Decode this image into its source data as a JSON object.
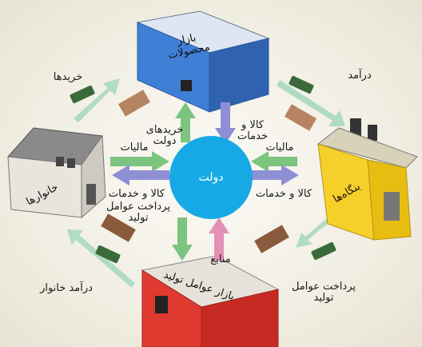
{
  "center": {
    "label": "دولت",
    "color": "#17a9e6"
  },
  "buildings": {
    "products_market": {
      "line1": "بازار",
      "line2": "محصولات",
      "color": "#3f7fd6"
    },
    "factors_market": {
      "label": "بازار عوامل تولید",
      "color": "#e03a30"
    },
    "households": {
      "label": "خانوارها",
      "color": "#e9e5dd"
    },
    "firms": {
      "label": "بنگاه‌ها",
      "color": "#f6d02a"
    }
  },
  "flows": {
    "purchases": "خریدها",
    "income": "درآمد",
    "household_income": "درآمد خانوار",
    "factor_payments_firms": {
      "line1": "پرداخت عوامل",
      "line2": "تولید"
    },
    "gov_purchases": {
      "line1": "خریدهای",
      "line2": "دولت"
    },
    "goods_services_top": {
      "line1": "کالا و",
      "line2": "خدمات"
    },
    "taxes_left": "مالیات",
    "taxes_right": "مالیات",
    "goods_services_left": "کالا و خدمات",
    "goods_services_right": "کالا و خدمات",
    "factor_payments_gov": {
      "line1": "پرداخت عوامل",
      "line2": "تولید"
    },
    "resources": "منابع"
  },
  "colors": {
    "green": "#7cc47f",
    "purple": "#8e8fd4",
    "pink": "#e58fb6",
    "teal": "#a9d8c0"
  }
}
